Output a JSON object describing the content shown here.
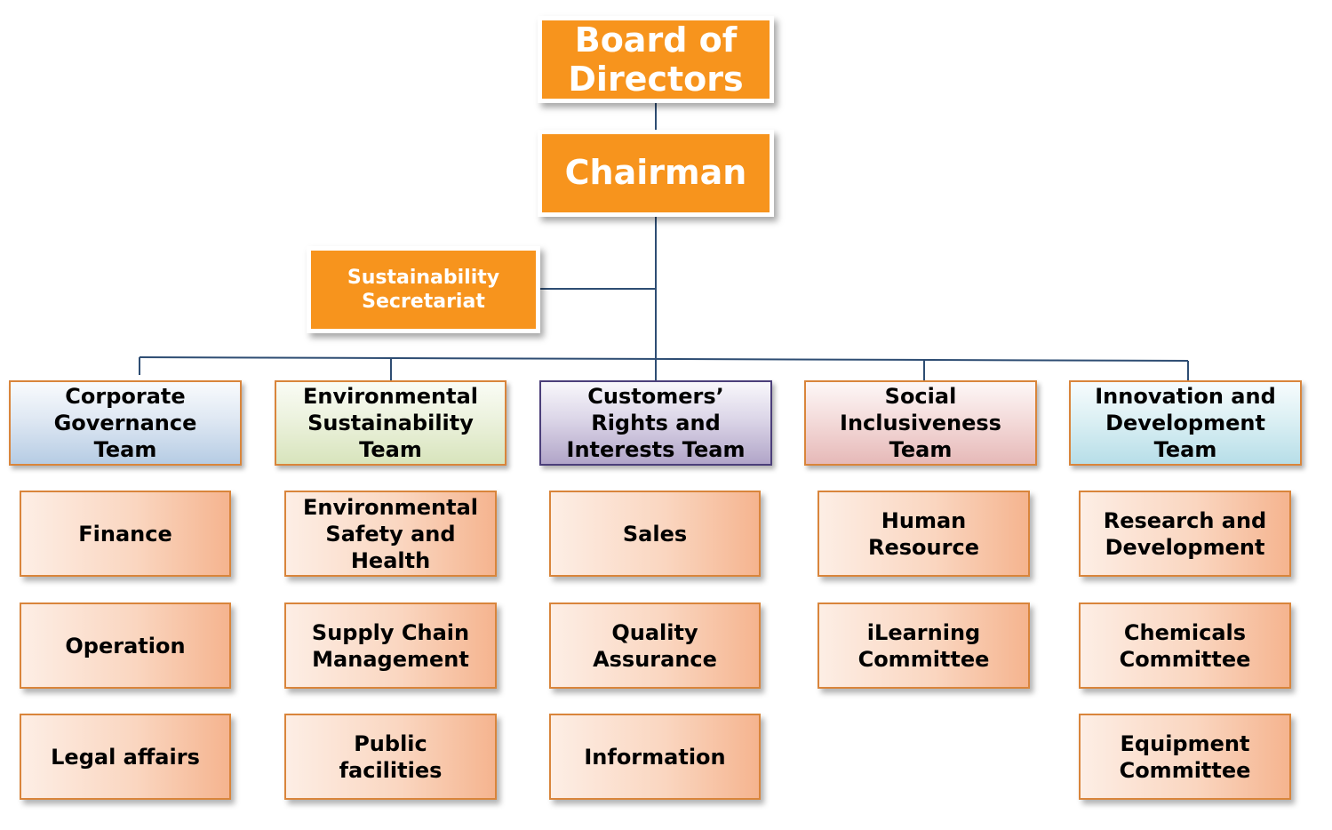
{
  "top": {
    "board": "Board of\nDirectors",
    "chairman": "Chairman",
    "secretariat": "Sustainability\nSecretariat"
  },
  "teams": [
    {
      "title": "Corporate\nGovernance\nTeam",
      "color": "#b6cce4",
      "departments": [
        "Finance",
        "Operation",
        "Legal affairs"
      ]
    },
    {
      "title": "Environmental\nSustainability\nTeam",
      "color": "#d8e4bc",
      "departments": [
        "Environmental\nSafety and\nHealth",
        "Supply Chain\nManagement",
        "Public\nfacilities"
      ]
    },
    {
      "title": "Customers’\nRights and\nInterests Team",
      "color": "#b1a5c8",
      "departments": [
        "Sales",
        "Quality\nAssurance",
        "Information"
      ]
    },
    {
      "title": "Social\nInclusiveness\nTeam",
      "color": "#e6b9b8",
      "departments": [
        "Human\nResource",
        "iLearning\nCommittee"
      ]
    },
    {
      "title": "Innovation and\nDevelopment\nTeam",
      "color": "#b7dee8",
      "departments": [
        "Research and\nDevelopment",
        "Chemicals\nCommittee",
        "Equipment\nCommittee"
      ]
    }
  ],
  "colors": {
    "orange": "#f7941d",
    "connector": "#2e4d73",
    "team_border": "#d9853b",
    "customers_border": "#4b3f7a"
  }
}
